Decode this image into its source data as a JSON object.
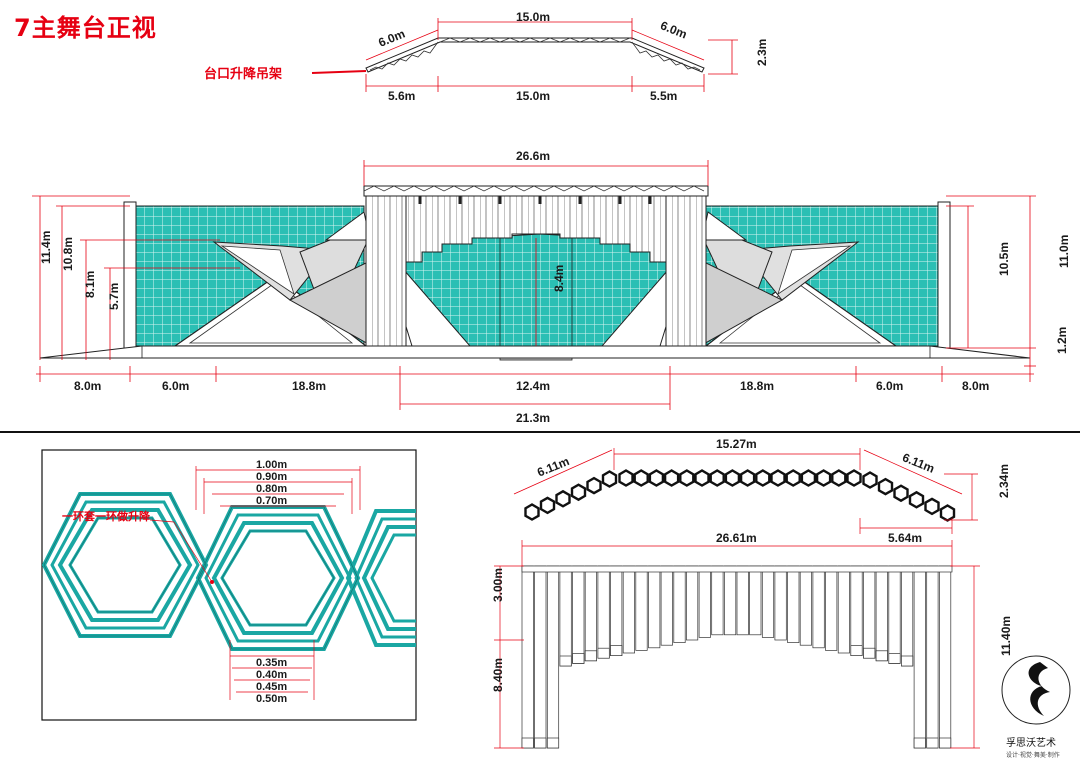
{
  "title": "7主舞台正视",
  "truss_label": "台口升降吊架",
  "ring_label": "一环套一环做升降",
  "top_truss": {
    "upper": [
      "6.0m",
      "15.0m",
      "6.0m"
    ],
    "lower": [
      "5.6m",
      "15.0m",
      "5.5m"
    ],
    "height": "2.3m"
  },
  "elevation": {
    "truss_width": "26.6m",
    "left_heights": [
      "11.4m",
      "10.8m",
      "8.1m",
      "5.7m"
    ],
    "center_height": "8.4m",
    "right_heights": [
      "10.5m",
      "11.0m",
      "1.2m"
    ],
    "bottom": [
      "8.0m",
      "6.0m",
      "18.8m",
      "12.4m",
      "18.8m",
      "6.0m",
      "8.0m"
    ],
    "total": "21.3m"
  },
  "hex_detail": {
    "outer": [
      "1.00m",
      "0.90m",
      "0.80m",
      "0.70m"
    ],
    "inner": [
      "0.35m",
      "0.40m",
      "0.45m",
      "0.50m"
    ]
  },
  "hex_truss": {
    "upper": [
      "6.11m",
      "15.27m",
      "6.11m"
    ],
    "lower": "5.64m",
    "height": "2.34m"
  },
  "column_frame": {
    "width": "26.61m",
    "top_height": "3.00m",
    "left_height": "8.40m",
    "right_height": "11.40m"
  },
  "logo": {
    "name": "孚思沃艺术",
    "tagline": "设计·视觉·舞美·制作"
  },
  "colors": {
    "accent": "#e60012",
    "screen": "#2bbfb4",
    "hex_ring": "#1aa7a3"
  }
}
